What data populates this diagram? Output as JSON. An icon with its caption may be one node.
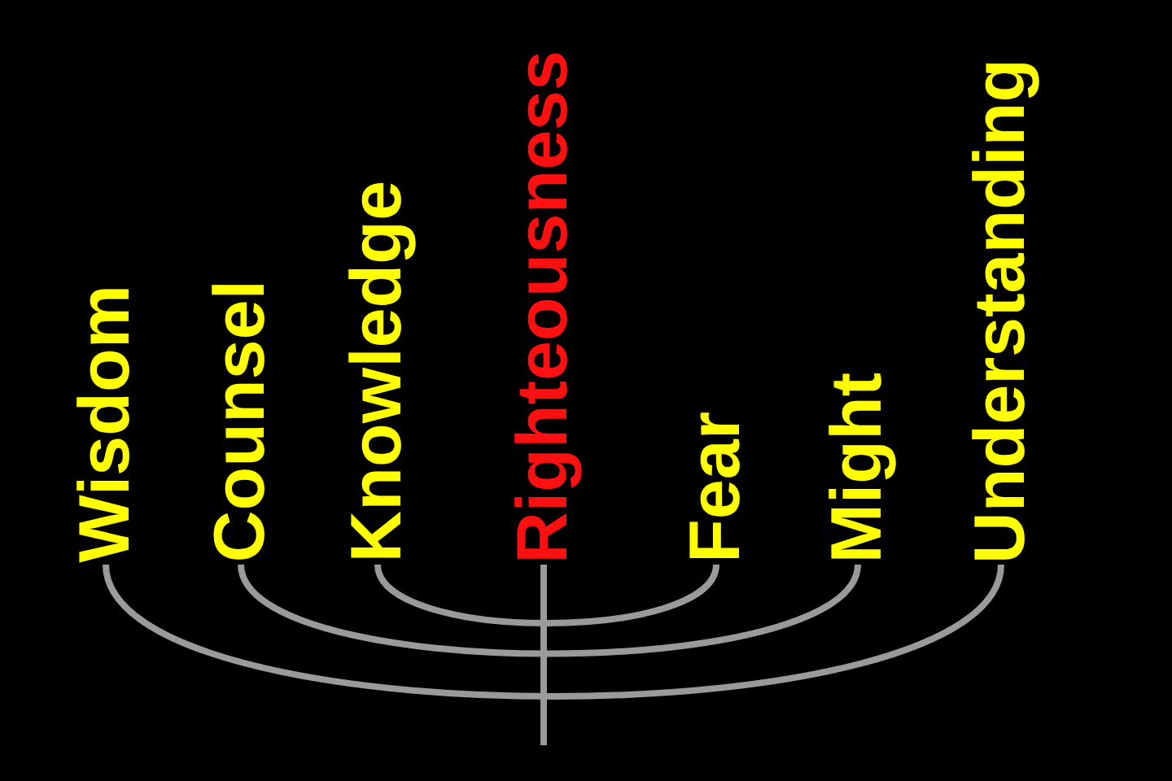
{
  "diagram": {
    "nodes": [
      {
        "text": [
          "Wisdom"
        ]
      },
      {
        "text": [
          "Counsel"
        ]
      },
      {
        "text": [
          "Knowledge"
        ]
      },
      {
        "text": [
          "Righteousness"
        ]
      },
      {
        "text": [
          "Fear"
        ]
      },
      {
        "text": [
          "Might"
        ]
      },
      {
        "text": [
          "Understanding"
        ]
      }
    ],
    "edges": [
      {
        "from": 0,
        "to": 6,
        "arrow": "none"
      },
      {
        "from": 1,
        "to": 5,
        "arrow": "none"
      },
      {
        "from": 2,
        "to": 4,
        "arrow": "none"
      },
      {
        "from": 3,
        "to": null,
        "arrow": "none"
      }
    ]
  }
}
